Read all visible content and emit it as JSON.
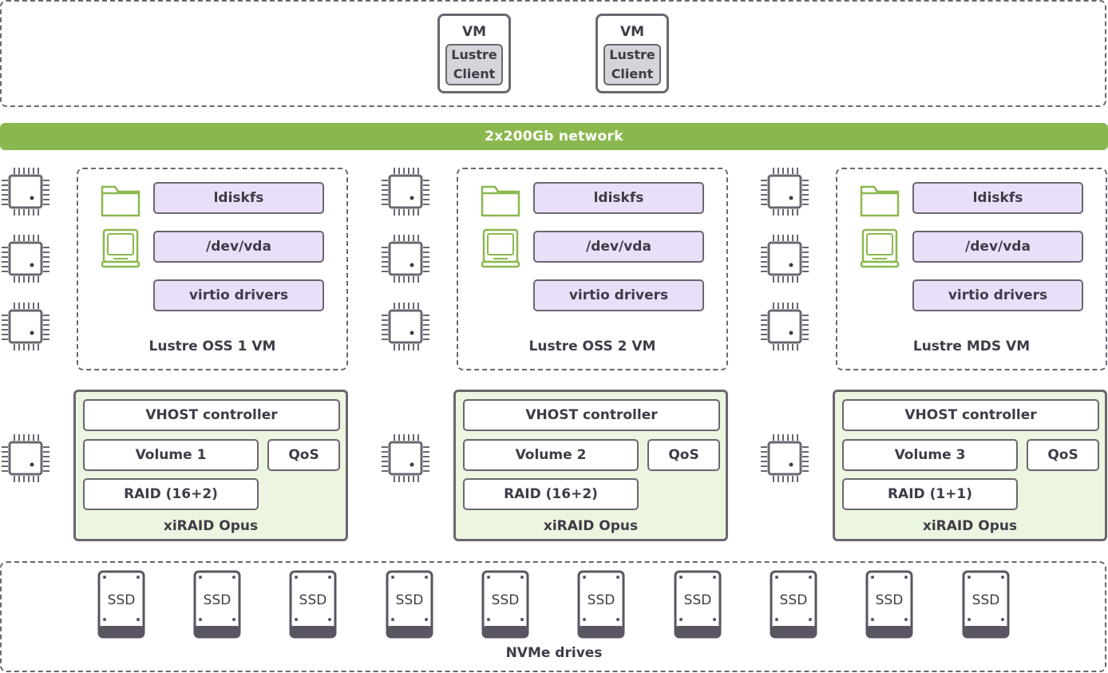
{
  "clients": [
    {
      "title": "VM",
      "client_line1": "Lustre",
      "client_line2": "Client"
    },
    {
      "title": "VM",
      "client_line1": "Lustre",
      "client_line2": "Client"
    }
  ],
  "network": {
    "label": "2x200Gb network"
  },
  "vms": [
    {
      "layers": [
        "ldiskfs",
        "/dev/vda",
        "virtio drivers"
      ],
      "label": "Lustre OSS 1 VM"
    },
    {
      "layers": [
        "ldiskfs",
        "/dev/vda",
        "virtio drivers"
      ],
      "label": "Lustre OSS 2 VM"
    },
    {
      "layers": [
        "ldiskfs",
        "/dev/vda",
        "virtio drivers"
      ],
      "label": "Lustre MDS VM"
    }
  ],
  "raids": [
    {
      "controller": "VHOST controller",
      "volume": "Volume 1",
      "qos": "QoS",
      "raid": "RAID (16+2)",
      "label": "xiRAID Opus"
    },
    {
      "controller": "VHOST controller",
      "volume": "Volume 2",
      "qos": "QoS",
      "raid": "RAID (16+2)",
      "label": "xiRAID Opus"
    },
    {
      "controller": "VHOST controller",
      "volume": "Volume 3",
      "qos": "QoS",
      "raid": "RAID (1+1)",
      "label": "xiRAID Opus"
    }
  ],
  "drives": {
    "ssd_label": "SSD",
    "label": "NVMe drives"
  },
  "colors": {
    "outline": "#6b6670",
    "network_green": "#8bb84e",
    "icon_green": "#8bb84e",
    "layer_purple": "#eadff8",
    "raid_green": "#ebf5df",
    "client_gray": "#d6d4d9"
  },
  "icons": {
    "cpu": "cpu-chip-icon",
    "folder": "folder-icon",
    "disk": "hard-disk-icon",
    "ssd": "ssd-drive-icon"
  }
}
